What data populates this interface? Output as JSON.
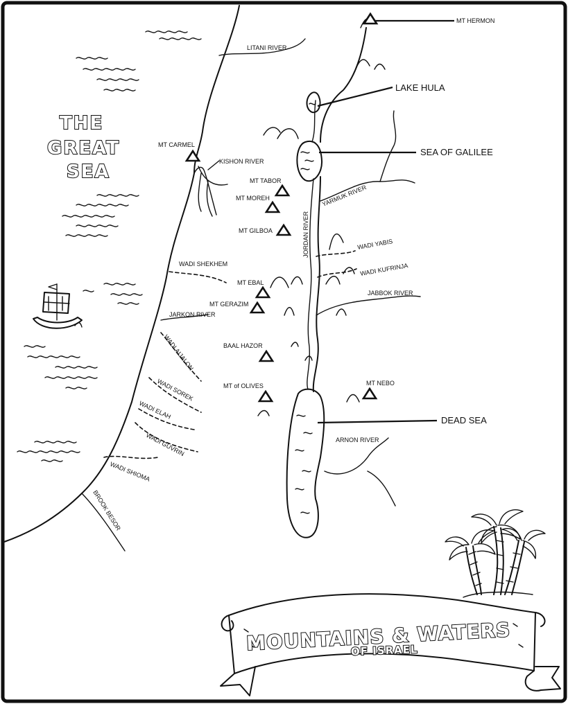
{
  "map": {
    "title_main": "MOUNTAINS & WATERS",
    "title_sub": "OF ISRAEL",
    "sea_label_line1": "THE",
    "sea_label_line2": "GREAT",
    "sea_label_line3": "SEA"
  },
  "labels": {
    "mt_hermon": "MT HERMON",
    "litani_river": "LITANI RIVER",
    "lake_hula": "LAKE HULA",
    "sea_of_galilee": "SEA OF GALILEE",
    "mt_carmel": "MT CARMEL",
    "kishon_river": "KISHON RIVER",
    "mt_tabor": "MT TABOR",
    "mt_moreh": "MT MOREH",
    "mt_gilboa": "MT GILBOA",
    "yarmuk_river": "YARMUK RIVER",
    "jordan_river": "JORDAN RIVER",
    "wadi_yabis": "WADI YABIS",
    "wadi_shekhem": "WADI SHEKHEM",
    "wadi_kufrinja": "WADI KUFRINJA",
    "mt_ebal": "MT EBAL",
    "jabbok_river": "JABBOK RIVER",
    "mt_gerazim": "MT GERAZIM",
    "jarkon_river": "JARKON RIVER",
    "wadi_aijalon": "WADI AIJALON",
    "baal_hazor": "BAAL HAZOR",
    "wadi_sorek": "WADI SOREK",
    "mt_of_olives": "MT of OLIVES",
    "mt_nebo": "MT NEBO",
    "wadi_elah": "WADI ELAH",
    "dead_sea": "DEAD SEA",
    "arnon_river": "ARNON RIVER",
    "wadi_guvrin": "WADI GUVRIN",
    "wadi_shioma": "WADI SHIOMA",
    "brook_besor": "BROOK BESOR"
  }
}
